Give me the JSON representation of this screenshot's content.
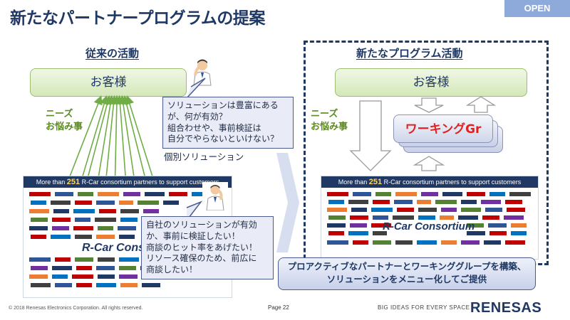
{
  "header": {
    "title": "新たなパートナープログラムの提案",
    "badge": "OPEN"
  },
  "left": {
    "section_title": "従来の活動",
    "customer_label": "お客様",
    "needs_label_line1": "ニーズ",
    "needs_label_line2": "お悩み事",
    "callout_top": [
      "ソリューションは豊富にある",
      "が、何が有効？",
      "組合わせや、事前検証は",
      "自分でやらないといけない？"
    ],
    "individual_solution": "個別ソリューション",
    "callout_bottom": [
      "自社のソリューションが有効",
      "か、事前に検証したい！",
      "商談のヒット率をあげたい！",
      "リソース確保のため、前広に",
      "商談したい！"
    ]
  },
  "right": {
    "section_title": "新たなプログラム活動",
    "customer_label": "お客様",
    "needs_label_line1": "ニーズ",
    "needs_label_line2": "お悩み事",
    "working_group": "ワーキングGr"
  },
  "consortium": {
    "banner_prefix": "More than ",
    "banner_number": "251",
    "banner_suffix": " R-Car consortium partners to support  customers",
    "name": "R-Car Consortium"
  },
  "proposal": {
    "line1": "プロアクティブなパートナーとワーキンググループを構築、",
    "line2": "ソリューションをメニュー化してご提供"
  },
  "footer": {
    "copyright": "© 2018 Renesas Electronics Corporation. All rights reserved.",
    "page": "Page 22",
    "tagline": "BIG IDEAS FOR EVERY SPACE",
    "logo": "RENESAS"
  },
  "colors": {
    "navy": "#1f3864",
    "green_arrow": "#70ad47",
    "red_text": "#e52020",
    "badge": "#8eaadb"
  }
}
